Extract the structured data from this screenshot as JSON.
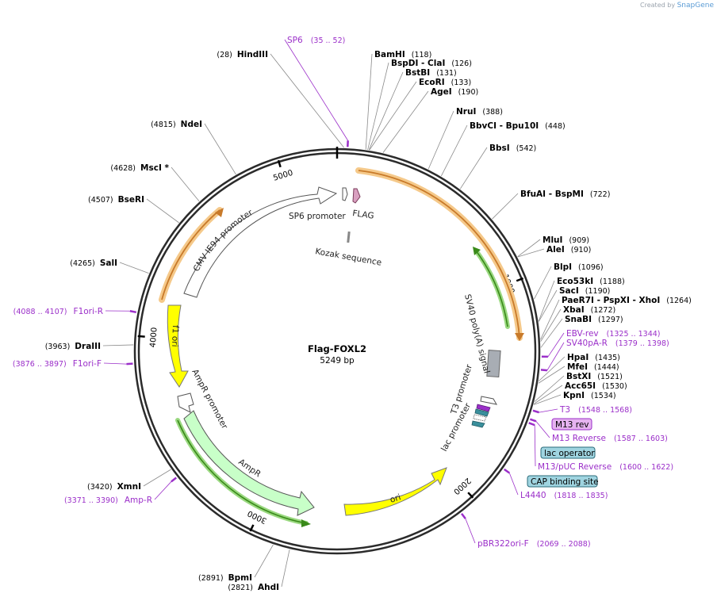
{
  "brand": {
    "prefix": "Created by",
    "name": "SnapGene"
  },
  "map": {
    "name": "Flag-FOXL2",
    "length_label": "5249 bp",
    "total_bp": 5249,
    "ticks": [
      {
        "bp": 1000,
        "label": "1000"
      },
      {
        "bp": 2000,
        "label": "2000"
      },
      {
        "bp": 3000,
        "label": "3000"
      },
      {
        "bp": 4000,
        "label": "4000"
      },
      {
        "bp": 5000,
        "label": "5000"
      }
    ]
  },
  "enzymes": [
    {
      "name": "HindIII",
      "pos": "(28)",
      "bp": 28,
      "side": "L"
    },
    {
      "name": "BamHI",
      "pos": "(118)",
      "bp": 118,
      "side": "R"
    },
    {
      "name": "BspDI  - ClaI",
      "pos": "(126)",
      "bp": 126,
      "side": "R"
    },
    {
      "name": "BstBI",
      "pos": "(131)",
      "bp": 131,
      "side": "R"
    },
    {
      "name": "EcoRI",
      "pos": "(133)",
      "bp": 133,
      "side": "R"
    },
    {
      "name": "AgeI",
      "pos": "(190)",
      "bp": 190,
      "side": "R"
    },
    {
      "name": "NruI",
      "pos": "(388)",
      "bp": 388,
      "side": "R"
    },
    {
      "name": "BbvCI   - Bpu10I",
      "pos": "(448)",
      "bp": 448,
      "side": "R"
    },
    {
      "name": "BbsI",
      "pos": "(542)",
      "bp": 542,
      "side": "R"
    },
    {
      "name": "BfuAI   - BspMI",
      "pos": "(722)",
      "bp": 722,
      "side": "R"
    },
    {
      "name": "MluI",
      "pos": "(909)",
      "bp": 909,
      "side": "R"
    },
    {
      "name": "AleI",
      "pos": "(910)",
      "bp": 910,
      "side": "R"
    },
    {
      "name": "BlpI",
      "pos": "(1096)",
      "bp": 1096,
      "side": "R"
    },
    {
      "name": "Eco53kI",
      "pos": "(1188)",
      "bp": 1188,
      "side": "R"
    },
    {
      "name": "SacI",
      "pos": "(1190)",
      "bp": 1190,
      "side": "R"
    },
    {
      "name": "PaeR7I   - PspXI   - XhoI",
      "pos": "(1264)",
      "bp": 1264,
      "side": "R"
    },
    {
      "name": "XbaI",
      "pos": "(1272)",
      "bp": 1272,
      "side": "R"
    },
    {
      "name": "SnaBI",
      "pos": "(1297)",
      "bp": 1297,
      "side": "R"
    },
    {
      "name": "HpaI",
      "pos": "(1435)",
      "bp": 1435,
      "side": "R"
    },
    {
      "name": "MfeI",
      "pos": "(1444)",
      "bp": 1444,
      "side": "R"
    },
    {
      "name": "BstXI",
      "pos": "(1521)",
      "bp": 1521,
      "side": "R"
    },
    {
      "name": "Acc65I",
      "pos": "(1530)",
      "bp": 1530,
      "side": "R"
    },
    {
      "name": "KpnI",
      "pos": "(1534)",
      "bp": 1534,
      "side": "R"
    },
    {
      "name": "AhdI",
      "pos": "(2821)",
      "bp": 2821,
      "side": "L"
    },
    {
      "name": "BpmI",
      "pos": "(2891)",
      "bp": 2891,
      "side": "L"
    },
    {
      "name": "XmnI",
      "pos": "(3420)",
      "bp": 3420,
      "side": "L"
    },
    {
      "name": "DraIII",
      "pos": "(3963)",
      "bp": 3963,
      "side": "L"
    },
    {
      "name": "SalI",
      "pos": "(4265)",
      "bp": 4265,
      "side": "L"
    },
    {
      "name": "BseRI",
      "pos": "(4507)",
      "bp": 4507,
      "side": "L"
    },
    {
      "name": "MscI *",
      "pos": "(4628)",
      "bp": 4628,
      "side": "L"
    },
    {
      "name": "NdeI",
      "pos": "(4815)",
      "bp": 4815,
      "side": "L"
    }
  ],
  "primers": [
    {
      "name": "SP6",
      "pos": "(35 .. 52)",
      "bp": 43
    },
    {
      "name": "EBV-rev",
      "pos": "(1325 .. 1344)",
      "bp": 1334
    },
    {
      "name": "SV40pA-R",
      "pos": "(1379 .. 1398)",
      "bp": 1388
    },
    {
      "name": "T3",
      "pos": "(1548 .. 1568)",
      "bp": 1558
    },
    {
      "name": "M13 Reverse",
      "pos": "(1587 .. 1603)",
      "bp": 1595
    },
    {
      "name": "M13/pUC Reverse",
      "pos": "(1600 .. 1622)",
      "bp": 1611
    },
    {
      "name": "L4440",
      "pos": "(1818 .. 1835)",
      "bp": 1826
    },
    {
      "name": "pBR322ori-F",
      "pos": "(2069 .. 2088)",
      "bp": 2078
    },
    {
      "name": "Amp-R",
      "pos": "(3371 .. 3390)",
      "bp": 3380
    },
    {
      "name": "F1ori-F",
      "pos": "(3876 .. 3897)",
      "bp": 3886
    },
    {
      "name": "F1ori-R",
      "pos": "(4088 .. 4107)",
      "bp": 4097
    }
  ],
  "boxed_features": [
    {
      "name": "M13 rev",
      "fill": "#e6b3f0",
      "stroke": "#9b2fc9"
    },
    {
      "name": "lac operator",
      "fill": "#9fd4e0",
      "stroke": "#2b6b7a"
    },
    {
      "name": "CAP binding site",
      "fill": "#9fd4e0",
      "stroke": "#2b6b7a"
    }
  ],
  "features": [
    {
      "name": "CMV IE94 promoter",
      "color": "#ffffff"
    },
    {
      "name": "SP6 promoter",
      "color": "#ffffff"
    },
    {
      "name": "FLAG",
      "color": "#d9a0c0"
    },
    {
      "name": "Kozak sequence",
      "color": "#888888"
    },
    {
      "name": "SV40 poly(A) signal",
      "color": "#a8adb4"
    },
    {
      "name": "T3 promoter",
      "color": "#ffffff"
    },
    {
      "name": "lac promoter",
      "color": "#ffffff"
    },
    {
      "name": "ori",
      "color": "#ffff00"
    },
    {
      "name": "AmpR",
      "color": "#c8ffc8"
    },
    {
      "name": "AmpR promoter",
      "color": "#ffffff"
    },
    {
      "name": "f1 ori",
      "color": "#ffff00"
    }
  ],
  "colors": {
    "backbone": "#2b2b2b",
    "primer": "#9b2fc9",
    "orange_highlight": "#f5c98a",
    "green_arrow": "#3a8a1a"
  }
}
